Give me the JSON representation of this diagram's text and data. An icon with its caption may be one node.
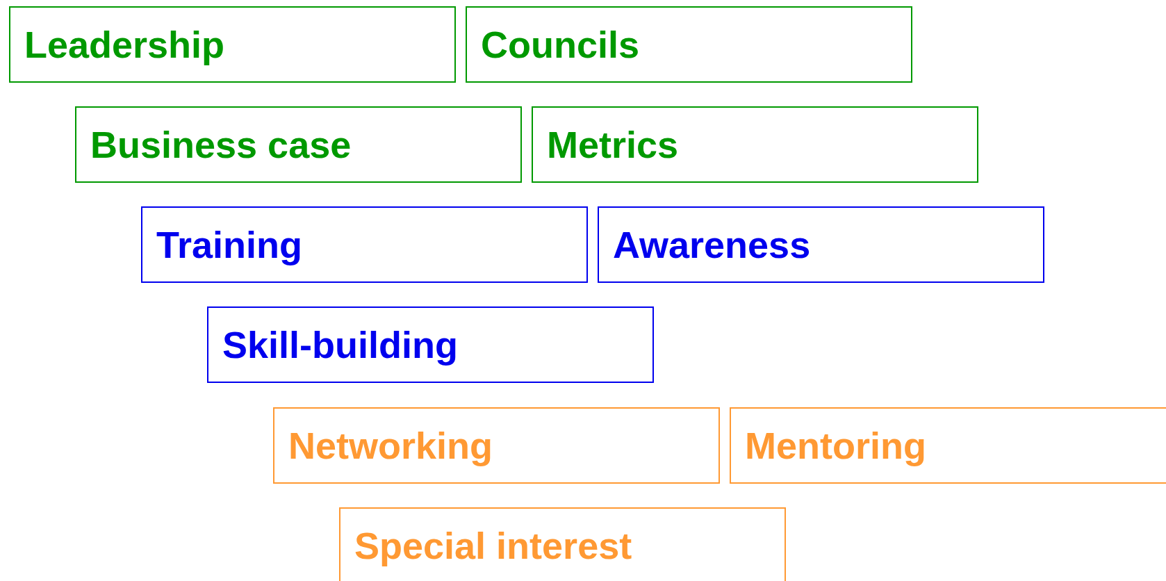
{
  "diagram": {
    "nodes": [
      {
        "text": [
          "Leadership"
        ]
      },
      {
        "text": [
          "Councils"
        ]
      },
      {
        "text": [
          "Business case"
        ]
      },
      {
        "text": [
          "Metrics"
        ]
      },
      {
        "text": [
          "Training"
        ]
      },
      {
        "text": [
          "Awareness"
        ]
      },
      {
        "text": [
          "Skill-building"
        ]
      },
      {
        "text": [
          "Networking"
        ]
      },
      {
        "text": [
          "Mentoring"
        ]
      },
      {
        "text": [
          "Special interest"
        ]
      }
    ]
  }
}
